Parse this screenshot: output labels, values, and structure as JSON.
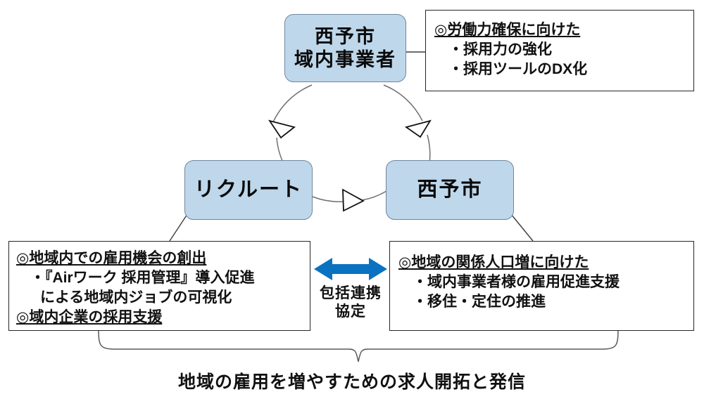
{
  "diagram": {
    "title_caption": "地域の雇用を増やすための求人開拓と発信",
    "accent_blue": "#0a72c0",
    "node_fill": "#bed7ea",
    "node_border": "#6e87a0"
  },
  "nodes": {
    "top": {
      "line1": "西予市",
      "line2": "域内事業者"
    },
    "left": {
      "label": "リクルート"
    },
    "right": {
      "label": "西予市"
    }
  },
  "boxes": {
    "top_right": {
      "heading": "◎労働力確保に向けた",
      "items": [
        "・採用力の強化",
        "・採用ツールのDX化"
      ]
    },
    "bottom_left": {
      "heading1": "◎地域内での雇用機会の創出",
      "item1": "・『Airワーク 採用管理』導入促進",
      "item1_cont": "による地域内ジョブの可視化",
      "heading2": "◎域内企業の採用支援"
    },
    "bottom_right": {
      "heading": "◎地域の関係人口増に向けた",
      "items": [
        "・域内事業者様の雇用促進支援",
        "・移住・定住の推進"
      ]
    }
  },
  "center_arrow": {
    "label_line1": "包括連携",
    "label_line2": "協定",
    "icon": "double-headed-arrow-horizontal"
  },
  "cycle": {
    "direction": "clockwise",
    "arrowheads": [
      "arrowhead-top-left",
      "arrowhead-top-right",
      "arrowhead-bottom"
    ]
  }
}
